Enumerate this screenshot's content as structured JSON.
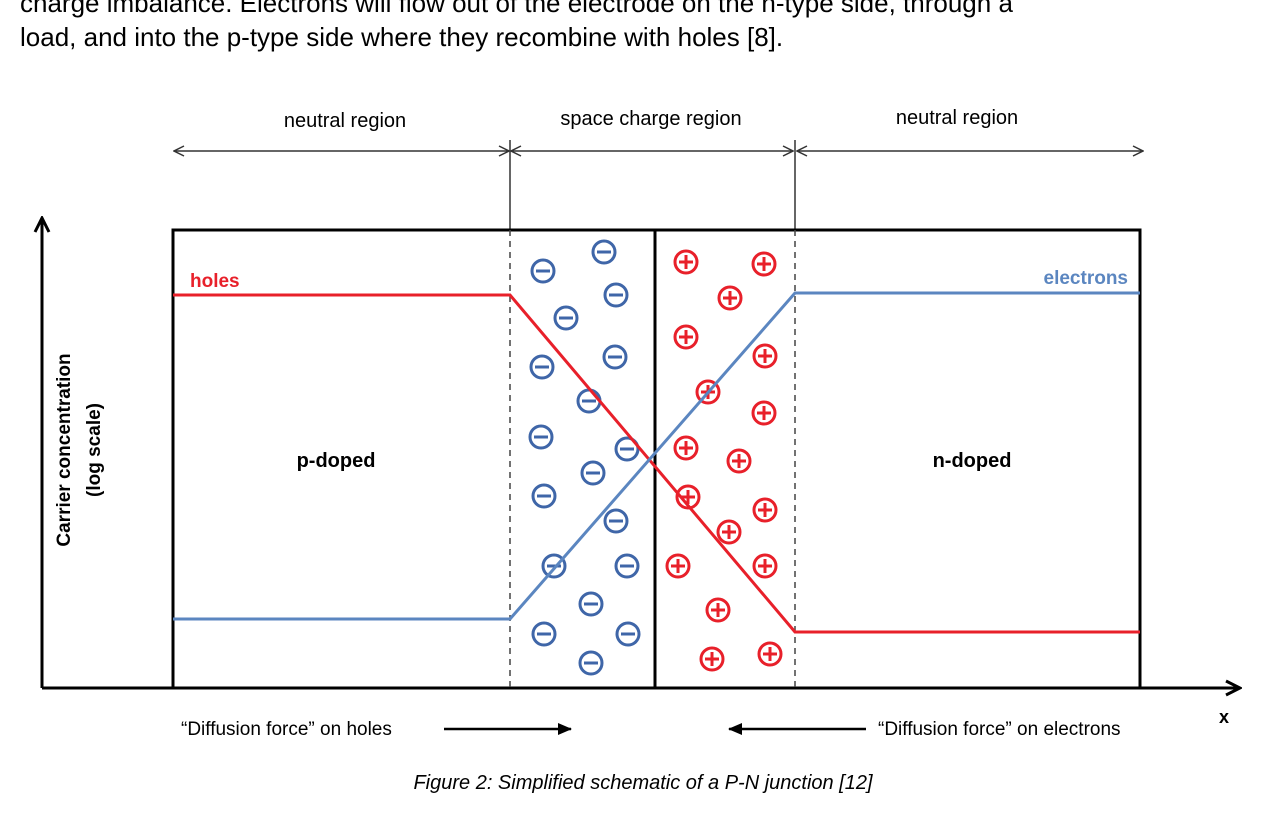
{
  "paragraph": {
    "line1": "charge imbalance. Electrons will flow out of the electrode on the n-type side, through a",
    "line2": "load, and into the p-type side where they recombine with holes [8]."
  },
  "figure": {
    "region_left": "neutral region",
    "region_middle": "space charge region",
    "region_right": "neutral region",
    "y_axis_label_line1": "Carrier concentration",
    "y_axis_label_line2": "(log scale)",
    "x_axis_label": "x",
    "holes_label": "holes",
    "electrons_label": "electrons",
    "p_label": "p-doped",
    "n_label": "n-doped",
    "diffusion_holes": "“Diffusion force” on holes",
    "diffusion_electrons": "“Diffusion force” on electrons",
    "caption": "Figure 2: Simplified schematic of a P-N junction [12]",
    "colors": {
      "holes": "#e8202a",
      "electrons": "#5b86c0",
      "negative_ion": "#3f66a8",
      "positive_ion": "#e8202a"
    },
    "icons": {
      "negative_ion": "circle-minus-icon",
      "positive_ion": "circle-plus-icon"
    }
  }
}
